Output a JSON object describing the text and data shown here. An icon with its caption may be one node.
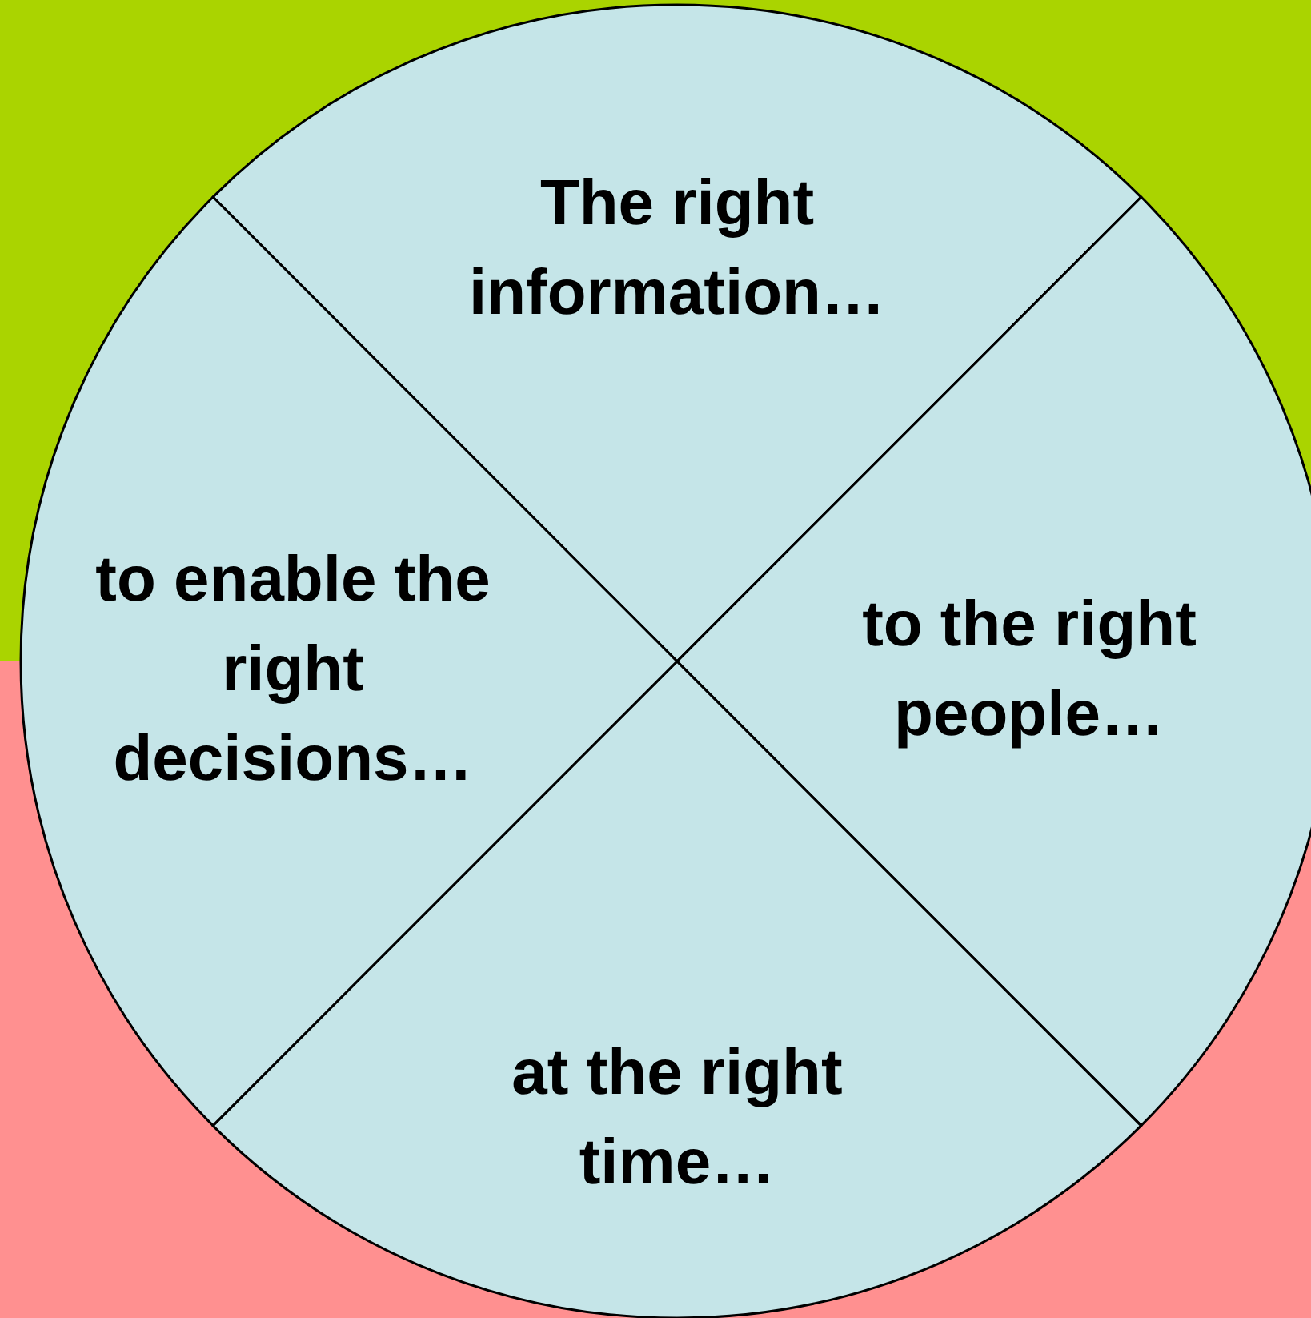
{
  "diagram": {
    "nodes": [
      {
        "text": [
          "The right information…"
        ]
      },
      {
        "text": [
          "to the right people…"
        ]
      },
      {
        "text": [
          "at the right time…"
        ]
      },
      {
        "text": [
          "to enable the right decisions…"
        ]
      }
    ],
    "edges": []
  }
}
